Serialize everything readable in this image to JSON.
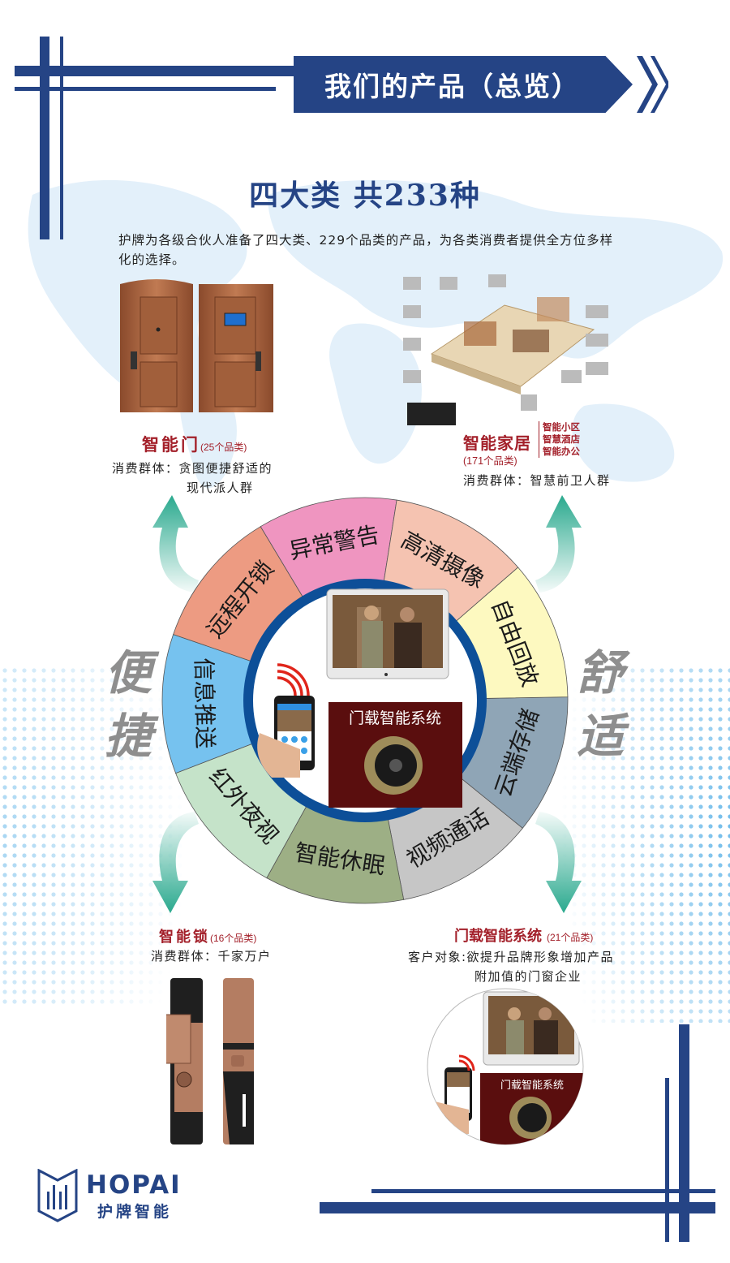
{
  "header": {
    "title": "我们的产品（总览）",
    "subtitle": "四大类 共233种",
    "intro": "护牌为各级合伙人准备了四大类、229个品类的产品，为各类消费者提供全方位多样化的选择。"
  },
  "products": {
    "smart_door": {
      "name": "智能门",
      "count": "(25个品类)",
      "audience_label": "消费群体：",
      "audience_line1": "贪图便捷舒适的",
      "audience_line2": "现代派人群",
      "image": "copper-security-doors"
    },
    "smart_home": {
      "name": "智能家居",
      "count": "(171个品类)",
      "tags": [
        "智能小区",
        "智慧酒店",
        "智能办公"
      ],
      "audience_label": "消费群体：",
      "audience": "智慧前卫人群",
      "image": "smart-home-floorplan"
    },
    "smart_lock": {
      "name": "智能锁",
      "count": "(16个品类)",
      "audience_label": "消费群体：",
      "audience": "千家万户",
      "image": "copper-smart-locks"
    },
    "door_system": {
      "name": "门载智能系统",
      "count": "(21个品类)",
      "audience_line1": "客户对象:欲提升品牌形象增加产品",
      "audience_line2": "附加值的门窗企业",
      "image_caption": "门载智能系统"
    }
  },
  "wheel": {
    "center_caption": "门载智能系统",
    "segments": [
      {
        "label": "云端存储",
        "color": "#8fa5b6"
      },
      {
        "label": "视频通话",
        "color": "#c6c6c6"
      },
      {
        "label": "智能休眠",
        "color": "#9daf85"
      },
      {
        "label": "红外夜视",
        "color": "#c5e3c9"
      },
      {
        "label": "信息推送",
        "color": "#76c2ef"
      },
      {
        "label": "远程开锁",
        "color": "#ed9b82"
      },
      {
        "label": "异常警告",
        "color": "#ef95c0"
      },
      {
        "label": "高清摄像",
        "color": "#f5c3b1"
      },
      {
        "label": "自由回放",
        "color": "#fdf9c0"
      }
    ],
    "ring_color": "#0d4f98"
  },
  "side_words": {
    "left": [
      "便",
      "捷"
    ],
    "right": [
      "舒",
      "适"
    ]
  },
  "logo": {
    "en": "HOPAI",
    "cn": "护牌智能"
  },
  "colors": {
    "brand_blue": "#254485",
    "accent_red": "#a3202a",
    "arrow_teal": "#2aa98e"
  }
}
